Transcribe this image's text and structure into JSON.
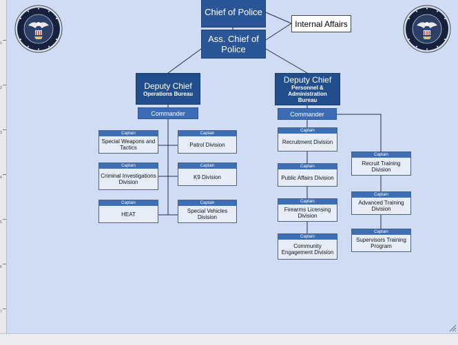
{
  "chief": "Chief of Police",
  "assistant_chief": "Ass. Chief of Police",
  "internal_affairs": "Internal Affairs",
  "deputy_ops": {
    "title": "Deputy Chief",
    "bureau": "Operations Bureau"
  },
  "deputy_pa": {
    "title": "Deputy Chief",
    "bureau": "Personnel & Administration Bureau"
  },
  "commander_label": "Commander",
  "captain_label": "Captain",
  "ops_units": [
    "Special Weapons and Tactics",
    "Patrol Division",
    "Criminal Investigations Division",
    "K9 Division",
    "HEAT",
    "Special Vehicles Division"
  ],
  "pa_units": [
    "Recruitment Division",
    "Public Affairs Division",
    "Firearms Licensing Division",
    "Community Engagement Division"
  ],
  "training_units": [
    "Recruit Training Division",
    "Advanced Training Division",
    "Supervisors Training Program"
  ],
  "ruler_numbers": [
    "1",
    "2",
    "3",
    "4",
    "5",
    "6",
    "7"
  ],
  "colors": {
    "background": "#cfdcf4",
    "executive": "#2a5597",
    "deputy": "#234e8c",
    "commander": "#3c6cb5",
    "captain_header": "#3d6fb7",
    "unit_body": "#e7edf7"
  },
  "seal": {
    "icon": "police-department-eagle-seal",
    "text": "LOS SANTOS POLICE DEPARTMENT · TO PROTECT AND TO SERVE"
  }
}
